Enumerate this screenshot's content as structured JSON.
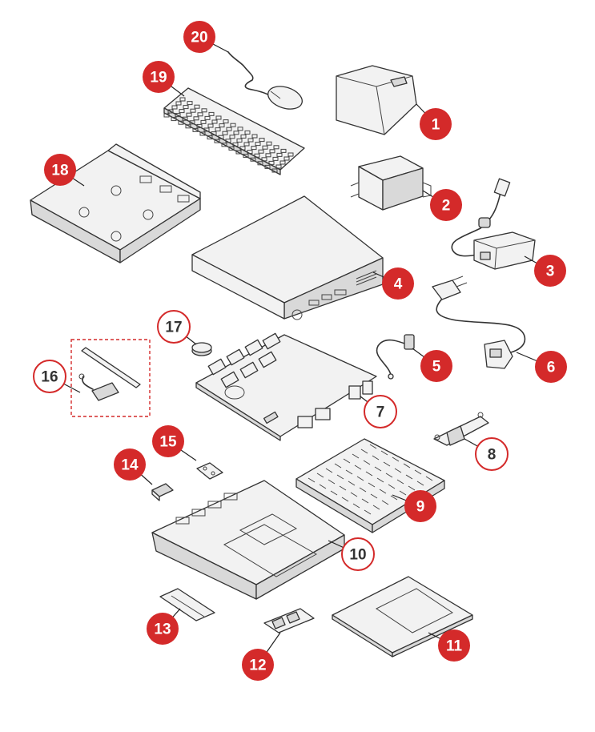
{
  "colors": {
    "callout_fill": "#d42a2a",
    "callout_text_filled": "#ffffff",
    "callout_outline": "#d42a2a",
    "callout_text_outline": "#333333",
    "outline_fill": "#ffffff"
  },
  "callouts": [
    {
      "id": "1",
      "label": "1",
      "style": "filled",
      "part": "stand-icon"
    },
    {
      "id": "2",
      "label": "2",
      "style": "filled",
      "part": "bracket-icon"
    },
    {
      "id": "3",
      "label": "3",
      "style": "filled",
      "part": "power-adapter-icon"
    },
    {
      "id": "4",
      "label": "4",
      "style": "filled",
      "part": "computer-cover-icon"
    },
    {
      "id": "5",
      "label": "5",
      "style": "filled",
      "part": "small-cable-icon"
    },
    {
      "id": "6",
      "label": "6",
      "style": "filled",
      "part": "power-cord-icon"
    },
    {
      "id": "7",
      "label": "7",
      "style": "outline",
      "part": "system-board-icon"
    },
    {
      "id": "8",
      "label": "8",
      "style": "outline",
      "part": "small-bracket-icon"
    },
    {
      "id": "9",
      "label": "9",
      "style": "filled",
      "part": "heat-sink-icon"
    },
    {
      "id": "10",
      "label": "10",
      "style": "outline",
      "part": "chassis-icon"
    },
    {
      "id": "11",
      "label": "11",
      "style": "filled",
      "part": "bottom-cover-icon"
    },
    {
      "id": "12",
      "label": "12",
      "style": "filled",
      "part": "memory-module-icon"
    },
    {
      "id": "13",
      "label": "13",
      "style": "filled",
      "part": "ssd-icon"
    },
    {
      "id": "14",
      "label": "14",
      "style": "filled",
      "part": "small-part-icon"
    },
    {
      "id": "15",
      "label": "15",
      "style": "filled",
      "part": "wifi-card-icon"
    },
    {
      "id": "16",
      "label": "16",
      "style": "outline",
      "part": "antenna-icon"
    },
    {
      "id": "17",
      "label": "17",
      "style": "outline",
      "part": "coin-cell-battery-icon"
    },
    {
      "id": "18",
      "label": "18",
      "style": "filled",
      "part": "mounting-bracket-icon"
    },
    {
      "id": "19",
      "label": "19",
      "style": "filled",
      "part": "keyboard-icon"
    },
    {
      "id": "20",
      "label": "20",
      "style": "filled",
      "part": "mouse-icon"
    }
  ]
}
